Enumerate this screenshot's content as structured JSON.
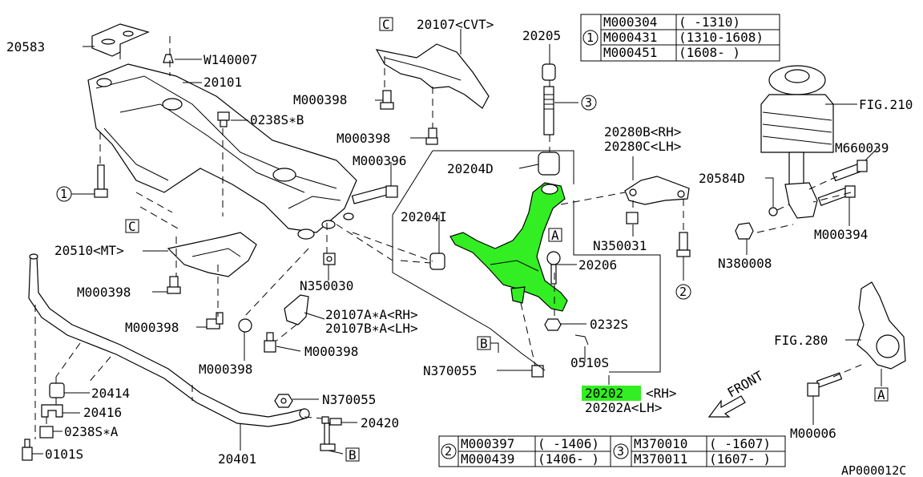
{
  "diagram": {
    "callouts": {
      "p20583": "20583",
      "w140007": "W140007",
      "p20101": "20101",
      "p0238sb": "0238S∗B",
      "p20107cvt": "20107<CVT>",
      "p20205": "20205",
      "m000398_a": "M000398",
      "m000398_b": "M000398",
      "m000398_c": "M000398",
      "m000398_d": "M000398",
      "m000398_e": "M000398",
      "m000398_f": "M000398",
      "m000396": "M000396",
      "p20204d": "20204D",
      "p20204i": "20204I",
      "p20510mt": "20510<MT>",
      "n350030": "N350030",
      "n350031": "N350031",
      "p20206": "20206",
      "p20107a": "20107A∗A<RH>",
      "p20107b": "20107B∗A<LH>",
      "p0232s": "0232S",
      "p0510s": "0510S",
      "n370055_a": "N370055",
      "n370055_b": "N370055",
      "p20202": "20202",
      "p20202_rh": "<RH>",
      "p20202a": "20202A<LH>",
      "p20414": "20414",
      "p20416": "20416",
      "p0238sa": "0238S∗A",
      "p0101s": "0101S",
      "p20401": "20401",
      "p20420": "20420",
      "p20280b": "20280B<RH>",
      "p20280c": "20280C<LH>",
      "fig210": "FIG.210",
      "m660039": "M660039",
      "p20584d": "20584D",
      "m000394": "M000394",
      "n380008": "N380008",
      "fig280": "FIG.280",
      "m000006": "M00006",
      "front": "FRONT",
      "ref_code": "AP000012C"
    },
    "markers": {
      "c1": "C",
      "c2": "C",
      "a1": "A",
      "a2": "A",
      "b1": "B",
      "b2": "B",
      "n1": "1",
      "n2": "2",
      "n3": "3"
    },
    "table1": {
      "key": "1",
      "rows": [
        {
          "part": "M000304",
          "range": "(  -1310)"
        },
        {
          "part": "M000431",
          "range": "(1310-1608)"
        },
        {
          "part": "M000451",
          "range": "(1608-     )"
        }
      ]
    },
    "table2": {
      "key": "2",
      "rows": [
        {
          "part": "M000397",
          "range": "(  -1406)"
        },
        {
          "part": "M000439",
          "range": "(1406-  )"
        }
      ]
    },
    "table3": {
      "key": "3",
      "rows": [
        {
          "part": "M370010",
          "range": "(  -1607)"
        },
        {
          "part": "M370011",
          "range": "(1607-  )"
        }
      ]
    },
    "highlight_color": "#33ee22"
  }
}
